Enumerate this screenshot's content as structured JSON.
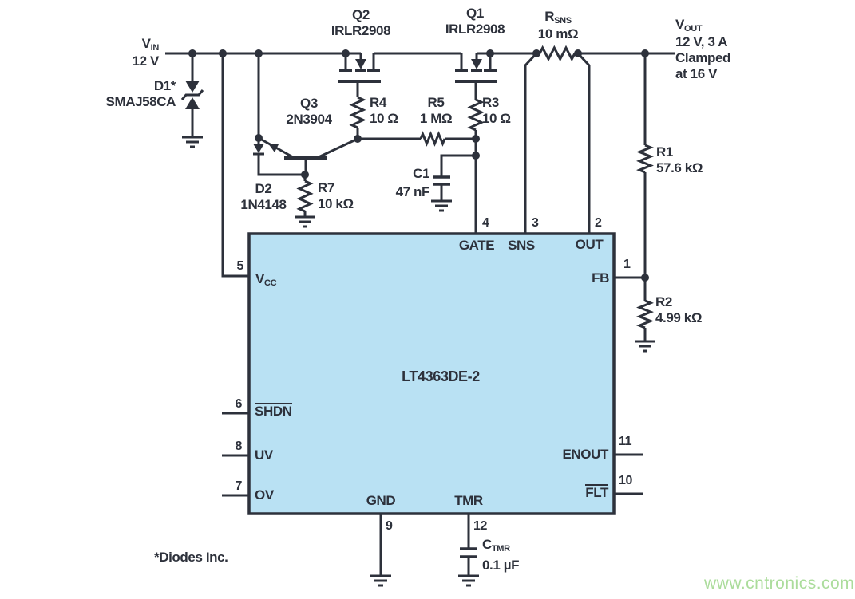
{
  "power": {
    "vin": {
      "sym": "V",
      "sub": "IN",
      "value": "12 V"
    },
    "vout": {
      "sym": "V",
      "sub": "OUT",
      "rating": "12 V, 3 A",
      "clamp_line1": "Clamped",
      "clamp_line2": "at 16 V"
    }
  },
  "components": {
    "q1": {
      "ref": "Q1",
      "part": "IRLR2908"
    },
    "q2": {
      "ref": "Q2",
      "part": "IRLR2908"
    },
    "q3": {
      "ref": "Q3",
      "part": "2N3904"
    },
    "d1": {
      "ref": "D1*",
      "part": "SMAJ58CA"
    },
    "d2": {
      "ref": "D2",
      "part": "1N4148"
    },
    "rsns": {
      "sym": "R",
      "sub": "SNS",
      "value": "10 mΩ"
    },
    "r1": {
      "ref": "R1",
      "value": "57.6 kΩ"
    },
    "r2": {
      "ref": "R2",
      "value": "4.99 kΩ"
    },
    "r3": {
      "ref": "R3",
      "value": "10 Ω"
    },
    "r4": {
      "ref": "R4",
      "value": "10 Ω"
    },
    "r5": {
      "ref": "R5",
      "value": "1 MΩ"
    },
    "r7": {
      "ref": "R7",
      "value": "10 kΩ"
    },
    "c1": {
      "ref": "C1",
      "value": "47 nF"
    },
    "ctmr": {
      "sym": "C",
      "sub": "TMR",
      "value": "0.1 µF"
    }
  },
  "ic": {
    "name": "LT4363DE-2",
    "pins": {
      "vcc": {
        "num": "5",
        "sym": "V",
        "sub": "CC"
      },
      "shdn": {
        "num": "6",
        "label": "SHDN"
      },
      "uv": {
        "num": "8",
        "label": "UV"
      },
      "ov": {
        "num": "7",
        "label": "OV"
      },
      "gate": {
        "num": "4",
        "label": "GATE"
      },
      "sns": {
        "num": "3",
        "label": "SNS"
      },
      "out": {
        "num": "2",
        "label": "OUT"
      },
      "fb": {
        "num": "1",
        "label": "FB"
      },
      "enout": {
        "num": "11",
        "label": "ENOUT"
      },
      "flt": {
        "num": "10",
        "label": "FLT"
      },
      "gnd": {
        "num": "9",
        "label": "GND"
      },
      "tmr": {
        "num": "12",
        "label": "TMR"
      }
    }
  },
  "notes": {
    "footnote": "*Diodes Inc."
  },
  "watermark": {
    "text": "www.cntronics.com"
  },
  "colors": {
    "line": "#2d313b",
    "ic_fill": "#b9e1f3",
    "watermark_green": "#abdc9b"
  }
}
